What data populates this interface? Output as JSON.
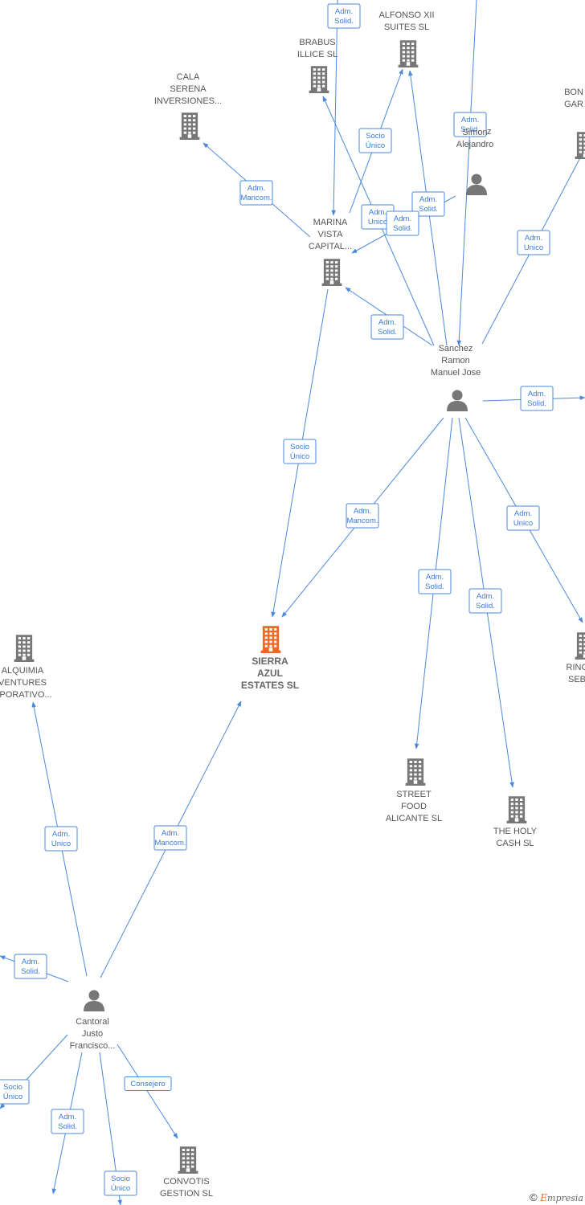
{
  "diagram": {
    "colors": {
      "edge": "#4a89dc",
      "label_border": "#4a89dc",
      "label_text": "#3a7bd5",
      "node_icon": "#777777",
      "main_icon": "#f26522"
    },
    "nodes": [
      {
        "id": "alfonso",
        "type": "company",
        "label": "ALFONSO XII\nSUITES SL",
        "icon": "building-icon"
      },
      {
        "id": "brabus",
        "type": "company",
        "label": "BRABUS\nILLICE SL",
        "icon": "building-icon"
      },
      {
        "id": "cala",
        "type": "company",
        "label": "CALA\nSERENA\nINVERSIONES...",
        "icon": "building-icon"
      },
      {
        "id": "bon",
        "type": "company",
        "label": "BON\nGAR",
        "icon": "building-icon"
      },
      {
        "id": "simon",
        "type": "person",
        "label": "Simon\nAlejandro",
        "label_prefix": "z",
        "icon": "person-icon"
      },
      {
        "id": "marina",
        "type": "company",
        "label": "MARINA\nVISTA\nCAPITAL...",
        "icon": "building-icon"
      },
      {
        "id": "sanchez",
        "type": "person",
        "label": "Sanchez\nRamon\nManuel Jose",
        "icon": "person-icon"
      },
      {
        "id": "sierra",
        "type": "main",
        "label": "SIERRA\nAZUL\nESTATES SL",
        "icon": "building-icon"
      },
      {
        "id": "alquimia",
        "type": "company",
        "label": "ALQUIMIA\nVENTURES\nRPORATIVO...",
        "icon": "building-icon"
      },
      {
        "id": "rinc",
        "type": "company",
        "label": "RINC\nSEB",
        "icon": "building-icon"
      },
      {
        "id": "street",
        "type": "company",
        "label": "STREET\nFOOD\nALICANTE SL",
        "icon": "building-icon"
      },
      {
        "id": "holy",
        "type": "company",
        "label": "THE HOLY\nCASH SL",
        "icon": "building-icon"
      },
      {
        "id": "cantoral",
        "type": "person",
        "label": "Cantoral\nJusto\nFrancisco...",
        "icon": "person-icon"
      },
      {
        "id": "convotis",
        "type": "company",
        "label": "CONVOTIS\nGESTION SL",
        "icon": "building-icon"
      }
    ],
    "edges": [
      {
        "label": "Adm.\nSolid."
      },
      {
        "label": "Socio\nÚnico"
      },
      {
        "label": "Adm.\nMancom."
      },
      {
        "label": "Adm.\nSolid."
      },
      {
        "label": "Adm.\nUnico"
      },
      {
        "label": "Adm.\nSolid."
      },
      {
        "label": "Adm.\nSolid."
      },
      {
        "label": "Adm.\nSolid."
      },
      {
        "label": "Adm.\nUnico"
      },
      {
        "label": "Adm.\nSolid."
      },
      {
        "label": "Socio\nÚnico"
      },
      {
        "label": "Adm.\nMancom."
      },
      {
        "label": "Adm.\nUnico"
      },
      {
        "label": "Adm.\nSolid."
      },
      {
        "label": "Adm.\nSolid."
      },
      {
        "label": "Adm.\nUnico"
      },
      {
        "label": "Adm.\nMancom."
      },
      {
        "label": "Adm.\nSolid."
      },
      {
        "label": "Socio\nÚnico"
      },
      {
        "label": "Consejero"
      },
      {
        "label": "Adm.\nSolid."
      },
      {
        "label": "Socio\nÚnico"
      }
    ]
  },
  "footer": {
    "copyright": "©",
    "brand_initial": "E",
    "brand_rest": "mpresia"
  }
}
